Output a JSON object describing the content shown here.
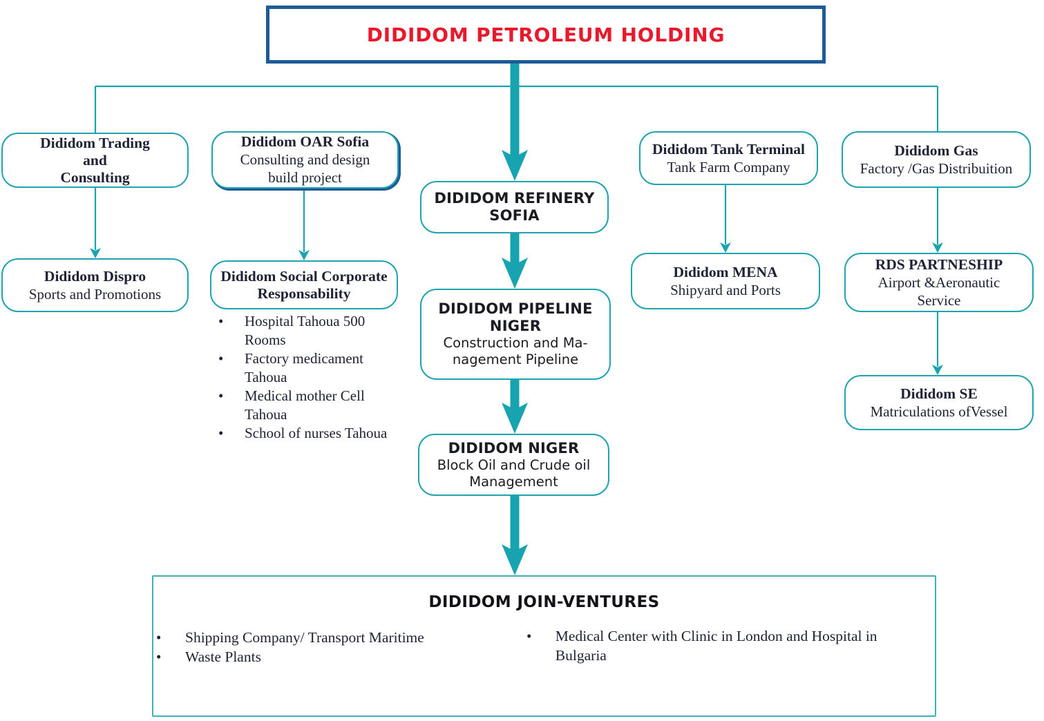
{
  "theme": {
    "teal": "#18a3b1",
    "teal_border": "#1fa3ae",
    "navy": "#1d5a96",
    "red": "#e8192c",
    "ink": "#1e2235",
    "ink_sans": "#1b1b22"
  },
  "bullet_glyph": "•",
  "holding": {
    "title": "DIDIDOM PETROLEUM HOLDING"
  },
  "nodes": {
    "trading": {
      "lines": [
        "Dididom Trading",
        "and",
        "Consulting"
      ]
    },
    "oar": {
      "title": "Dididom OAR Sofia",
      "sub": [
        "Consulting and design",
        "build project"
      ]
    },
    "tank": {
      "title": "Dididom Tank Terminal",
      "sub": [
        "Tank Farm Company"
      ]
    },
    "gas": {
      "title": "Dididom Gas",
      "sub": [
        "Factory /Gas Distribuition"
      ]
    },
    "refinery": {
      "lines": [
        "DIDIDOM REFINERY",
        "SOFIA"
      ]
    },
    "dispro": {
      "title": "Dididom Dispro",
      "sub": [
        "Sports and Promotions"
      ]
    },
    "social": {
      "lines": [
        "Dididom Social Corporate",
        "Responsability"
      ],
      "bullets": [
        "Hospital Tahoua 500 Rooms",
        "Factory medicament Tahoua",
        "Medical mother Cell Tahoua",
        "School of nurses Tahoua"
      ]
    },
    "pipeline": {
      "lines": [
        "DIDIDOM PIPELINE",
        "NIGER"
      ],
      "sub": [
        "Construction and Ma-",
        "nagement Pipeline"
      ]
    },
    "mena": {
      "title": "Dididom MENA",
      "sub": [
        "Shipyard and Ports"
      ]
    },
    "rds": {
      "title": "RDS PARTNESHIP",
      "sub": [
        "Airport &Aeronautic",
        "Service"
      ]
    },
    "niger": {
      "title": "DIDIDOM NIGER",
      "sub": [
        "Block Oil and Crude oil",
        "Management"
      ]
    },
    "se": {
      "title": "Dididom SE",
      "sub": [
        "Matriculations ofVessel"
      ]
    },
    "joint": {
      "title": "DIDIDOM JOIN-VENTURES",
      "bullets_left": [
        "Shipping Company/ Transport Maritime",
        "Waste Plants"
      ],
      "bullets_right": [
        "Medical Center with Clinic in London and Hospital in Bulgaria"
      ]
    }
  }
}
